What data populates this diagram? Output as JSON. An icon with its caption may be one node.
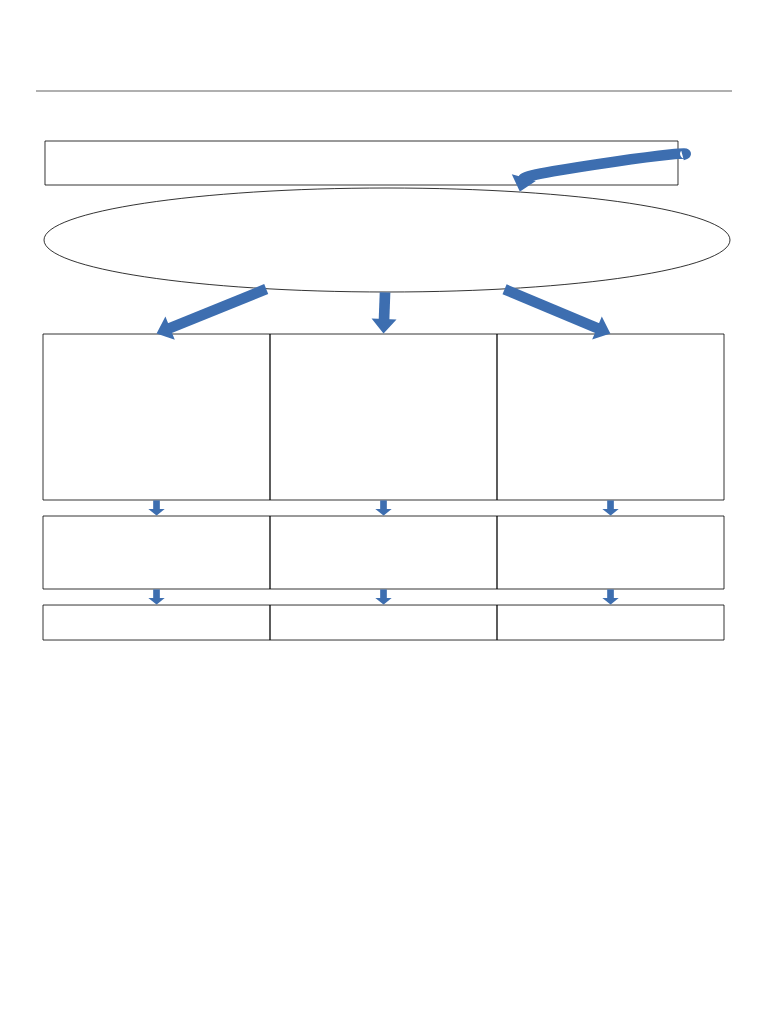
{
  "diagram": {
    "nodes": [
      {
        "text": [],
        "shape": "box"
      },
      {
        "text": [],
        "shape": "ellipse"
      },
      {
        "text": [],
        "shape": "box"
      },
      {
        "text": [],
        "shape": "box"
      },
      {
        "text": [],
        "shape": "box"
      },
      {
        "text": [],
        "shape": "box"
      },
      {
        "text": [],
        "shape": "box"
      },
      {
        "text": [],
        "shape": "box"
      },
      {
        "text": [],
        "shape": "box"
      },
      {
        "text": [],
        "shape": "box"
      },
      {
        "text": [],
        "shape": "box"
      }
    ],
    "edges": [
      {
        "from": 0,
        "to": 1,
        "arrow": "to"
      },
      {
        "from": 1,
        "to": 2,
        "arrow": "to"
      },
      {
        "from": 1,
        "to": 3,
        "arrow": "to"
      },
      {
        "from": 1,
        "to": 4,
        "arrow": "to"
      },
      {
        "from": 2,
        "to": 5,
        "arrow": "to"
      },
      {
        "from": 3,
        "to": 6,
        "arrow": "to"
      },
      {
        "from": 4,
        "to": 7,
        "arrow": "to"
      },
      {
        "from": 5,
        "to": 8,
        "arrow": "to"
      },
      {
        "from": 6,
        "to": 9,
        "arrow": "to"
      },
      {
        "from": 7,
        "to": 10,
        "arrow": "to"
      }
    ]
  }
}
